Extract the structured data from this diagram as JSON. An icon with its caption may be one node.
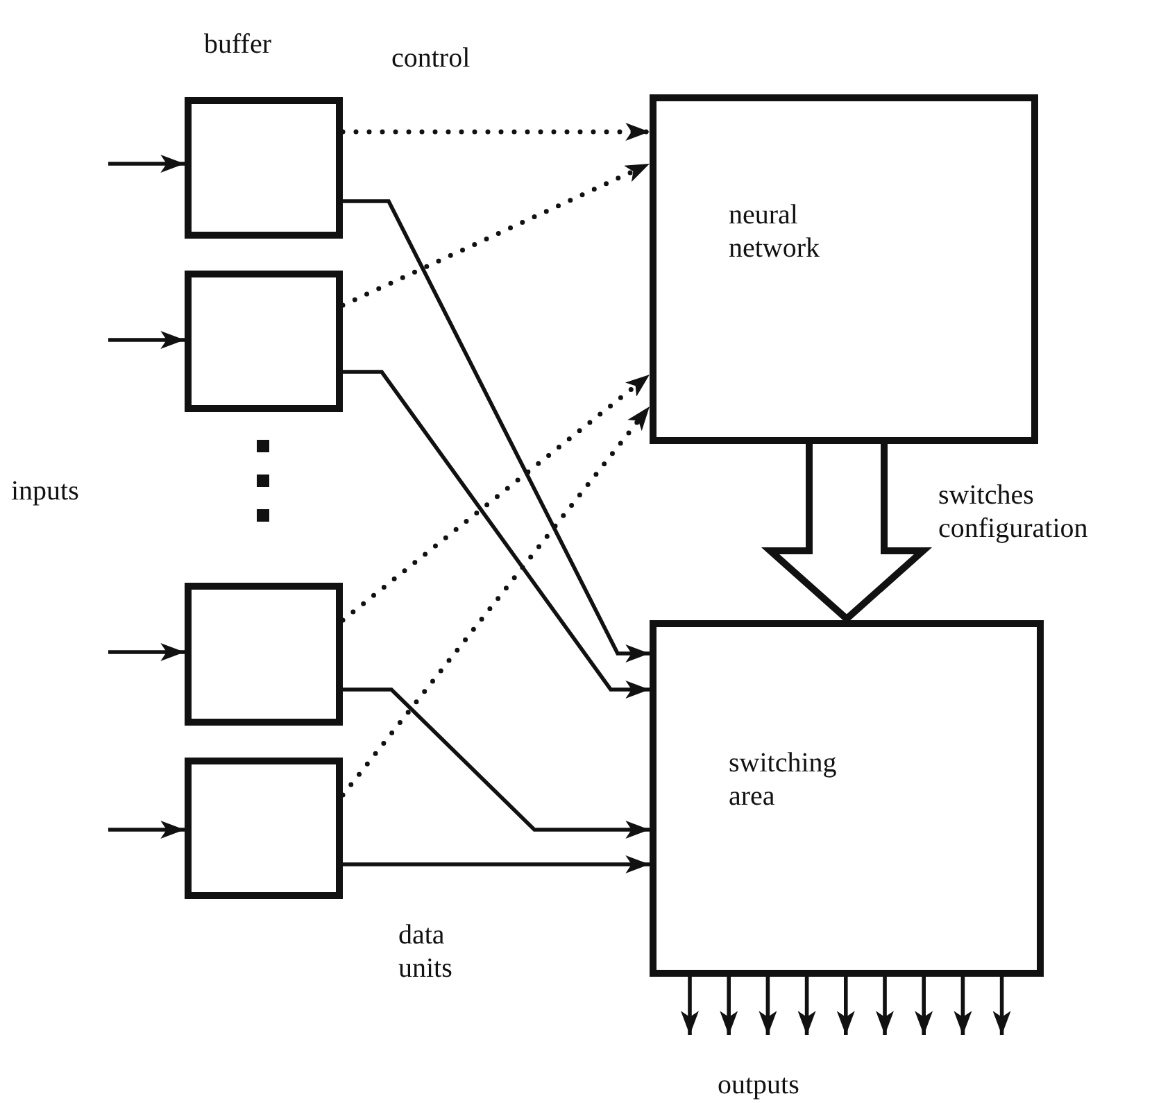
{
  "diagram": {
    "nodes": [
      {
        "text": [],
        "shape": "box"
      },
      {
        "text": [],
        "shape": "box"
      },
      {
        "text": [],
        "shape": "box"
      },
      {
        "text": [],
        "shape": "box"
      },
      {
        "text": [
          "neural network"
        ]
      },
      {
        "text": [
          "switching area"
        ]
      }
    ],
    "edges": [
      {
        "from": null,
        "to": 0,
        "arrow": "to"
      },
      {
        "from": null,
        "to": 1,
        "arrow": "to"
      },
      {
        "from": null,
        "to": 2,
        "arrow": "to"
      },
      {
        "from": null,
        "to": 3,
        "arrow": "to"
      },
      {
        "from": 0,
        "to": 4,
        "arrow": "to",
        "style": "dashed"
      },
      {
        "from": 1,
        "to": 4,
        "arrow": "to",
        "style": "dashed"
      },
      {
        "from": 2,
        "to": 4,
        "arrow": "to",
        "style": "dashed"
      },
      {
        "from": 3,
        "to": 4,
        "arrow": "to",
        "style": "dashed"
      },
      {
        "from": 0,
        "to": 5,
        "arrow": "to"
      },
      {
        "from": 1,
        "to": 5,
        "arrow": "to"
      },
      {
        "from": 2,
        "to": 5,
        "arrow": "to"
      },
      {
        "from": 3,
        "to": 5,
        "arrow": "to"
      },
      {
        "from": 4,
        "to": 5,
        "arrow": "to",
        "style": "thick",
        "label": "switches configuration"
      },
      {
        "from": 5,
        "to": null,
        "arrow": "to"
      },
      {
        "from": 5,
        "to": null,
        "arrow": "to"
      },
      {
        "from": 5,
        "to": null,
        "arrow": "to"
      },
      {
        "from": 5,
        "to": null,
        "arrow": "to"
      },
      {
        "from": 5,
        "to": null,
        "arrow": "to"
      },
      {
        "from": 5,
        "to": null,
        "arrow": "to"
      },
      {
        "from": 5,
        "to": null,
        "arrow": "to"
      },
      {
        "from": 5,
        "to": null,
        "arrow": "to"
      },
      {
        "from": 5,
        "to": null,
        "arrow": "to"
      }
    ],
    "labels": [
      "buffer",
      "control",
      "inputs",
      "data units",
      "outputs"
    ]
  }
}
